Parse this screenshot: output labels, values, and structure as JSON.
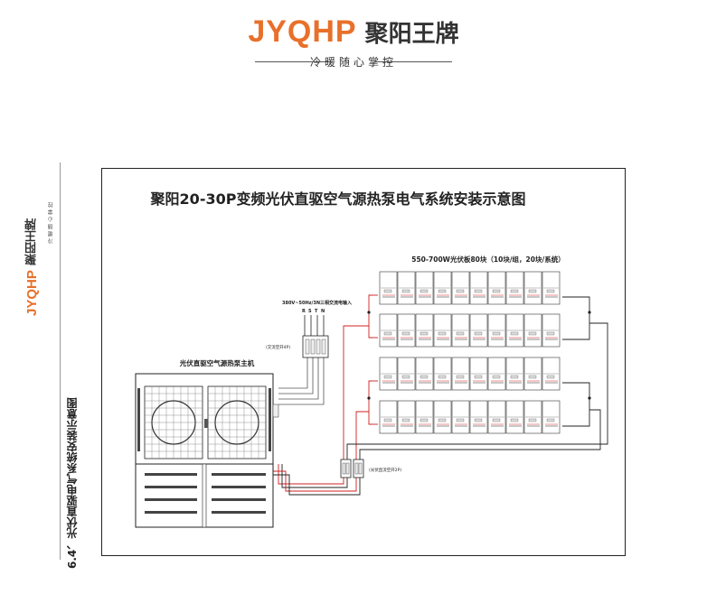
{
  "header": {
    "brand_en": "JYQHP",
    "brand_cn": "聚阳王牌",
    "slogan": "冷暖随心掌控"
  },
  "sidebar": {
    "brand_en": "JYQHP",
    "brand_cn": "聚阳王牌",
    "slogan": "冷暖随心掌控",
    "section_title": "6.4、光伏直驱电气系统安装示意图"
  },
  "diagram": {
    "title": "聚阳20-30P变频光伏直驱空气源热泵电气系统安装示意图",
    "pv_label": "550-700W光伏板80块（10块/组，20块/系统）",
    "ac_input_label": "380V~50Hz/3N三相交流电输入",
    "phase_labels": [
      "R",
      "S",
      "T",
      "N"
    ],
    "ac_switch_label": "(交流空开4P)",
    "dc_switch_label": "(光伏直流空开2P)",
    "unit_label": "光伏直驱空气源热泵主机",
    "pv_rows": 4,
    "panels_per_row": 10
  },
  "colors": {
    "brand_orange": "#e8702a",
    "wire_red": "#d22020",
    "wire_black": "#222222"
  }
}
